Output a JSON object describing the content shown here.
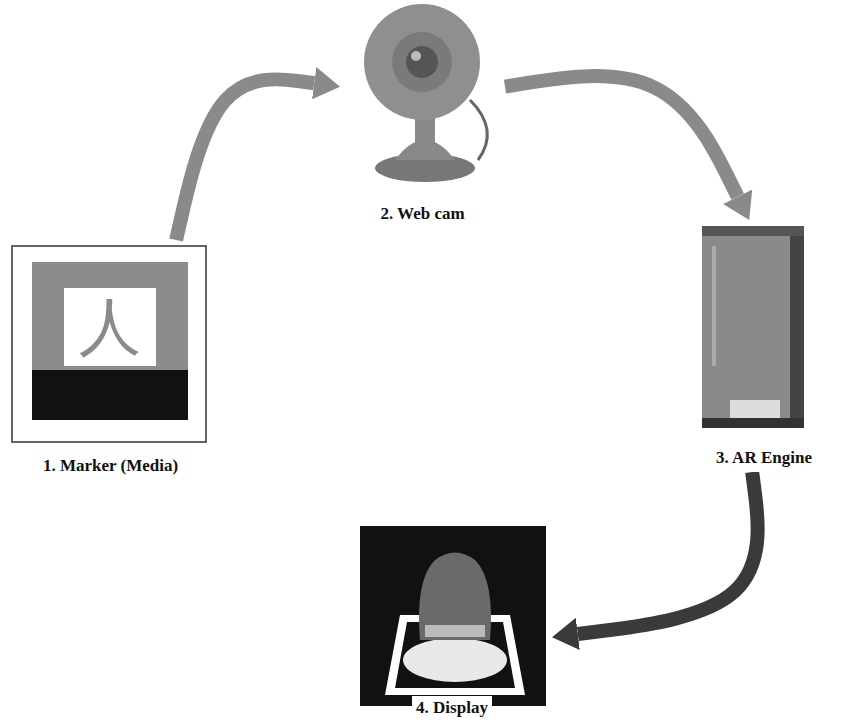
{
  "diagram": {
    "nodes": [
      {
        "text": [
          "1. Marker (Media)"
        ]
      },
      {
        "text": [
          "2. Web cam"
        ]
      },
      {
        "text": [
          "3. AR Engine"
        ]
      },
      {
        "text": [
          "4. Display"
        ]
      }
    ],
    "edges": [
      {
        "from": 0,
        "to": 1,
        "arrow": "to"
      },
      {
        "from": 1,
        "to": 2,
        "arrow": "to"
      },
      {
        "from": 2,
        "to": 3,
        "arrow": "to"
      }
    ],
    "labels": [
      "人"
    ]
  }
}
